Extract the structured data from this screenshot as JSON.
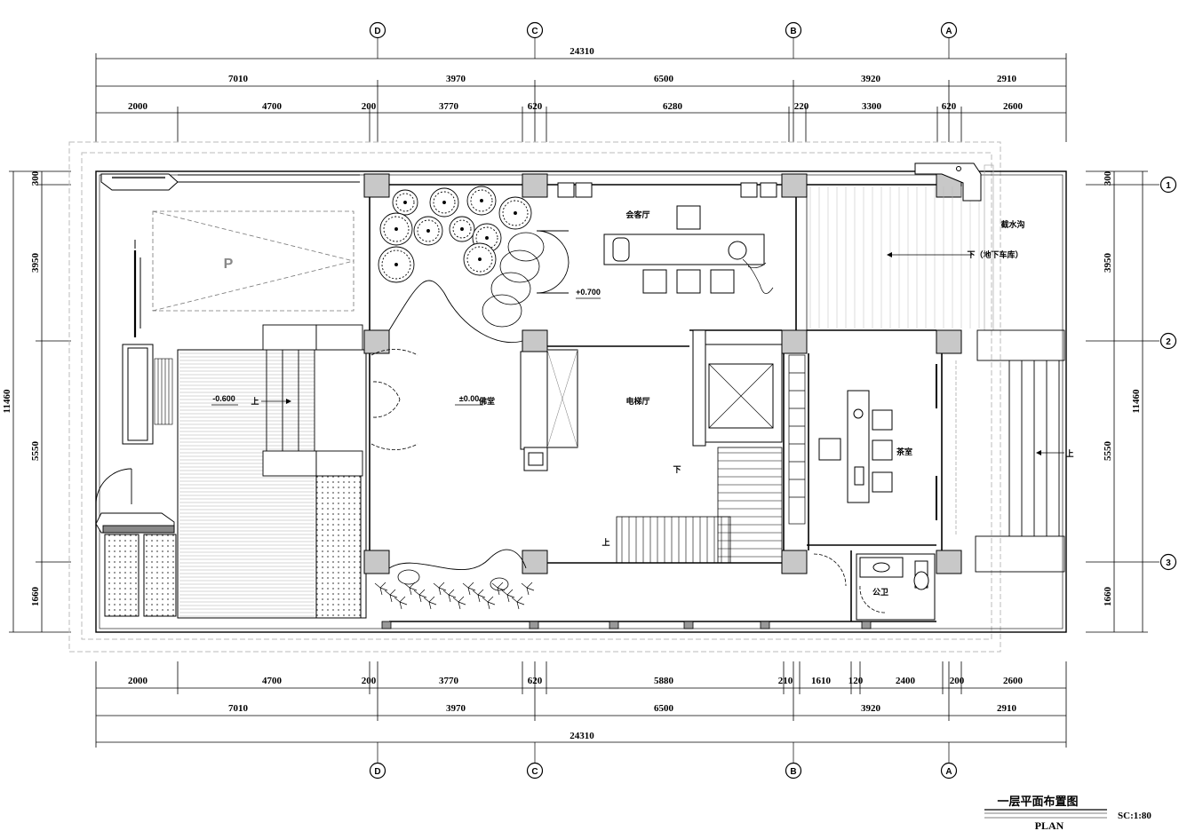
{
  "plan": {
    "title": "一层平面布置图",
    "subtitle": "PLAN",
    "scale": "SC:1:80"
  },
  "axes": {
    "top": [
      "D",
      "C",
      "B",
      "A"
    ],
    "bottom": [
      "D",
      "C",
      "B",
      "A"
    ],
    "right": [
      "1",
      "2",
      "3"
    ]
  },
  "dims_top": {
    "total": "24310",
    "row1": [
      "7010",
      "3970",
      "6500",
      "3920",
      "2910"
    ],
    "row2": [
      "2000",
      "4700",
      "200",
      "3770",
      "620",
      "6280",
      "220",
      "3300",
      "620",
      "2600"
    ]
  },
  "dims_bottom": {
    "row1": [
      "2000",
      "4700",
      "200",
      "3770",
      "620",
      "5880",
      "210",
      "1610",
      "120",
      "2400",
      "200",
      "2600"
    ],
    "row2": [
      "7010",
      "3970",
      "6500",
      "3920",
      "2910"
    ],
    "total": "24310"
  },
  "dims_left": {
    "total": "11460",
    "parts": [
      "300",
      "3950",
      "5550",
      "1660"
    ]
  },
  "dims_right": {
    "total": "11460",
    "parts": [
      "300",
      "3950",
      "5550",
      "1660"
    ]
  },
  "rooms": {
    "guest_hall": "会客厅",
    "buddha_hall": "佛堂",
    "elevator_hall": "电梯厅",
    "tea_room": "茶室",
    "public_wc": "公卫",
    "drain": "截水沟"
  },
  "levels": {
    "level_a": "+0.700",
    "level_b": "±0.00",
    "level_c": "-0.600"
  },
  "labels": {
    "down_garage": "下（地下车库）",
    "up_1": "上",
    "up_2": "上",
    "up_3": "上",
    "down_1": "下",
    "parking": "P"
  }
}
